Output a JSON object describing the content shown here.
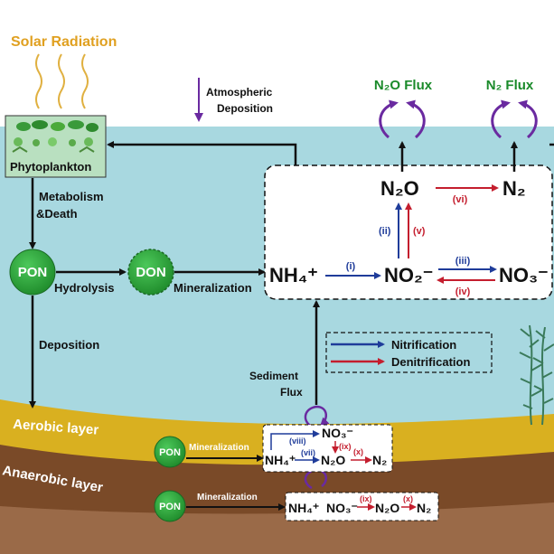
{
  "labels": {
    "solar_radiation": "Solar Radiation",
    "atmospheric_deposition_1": "Atmospheric",
    "atmospheric_deposition_2": "Deposition",
    "phytoplankton": "Phytoplankton",
    "metabolism_1": "Metabolism",
    "metabolism_2": "&Death",
    "pon": "PON",
    "don": "DON",
    "hydrolysis": "Hydrolysis",
    "mineralization": "Mineralization",
    "deposition": "Deposition",
    "sediment_flux_1": "Sediment",
    "sediment_flux_2": "Flux",
    "aerobic_layer": "Aerobic layer",
    "anaerobic_layer": "Anaerobic layer",
    "n2o_flux": "N₂O Flux",
    "n2_flux": "N₂ Flux"
  },
  "species": {
    "nh4": "NH₄⁺",
    "no2": "NO₂⁻",
    "no3": "NO₃⁻",
    "n2o": "N₂O",
    "n2": "N₂",
    "nh4_small": "NH₄⁺",
    "no3_small": "NO₃⁻"
  },
  "reactions": {
    "i": "(i)",
    "ii": "(ii)",
    "iii": "(iii)",
    "iv": "(iv)",
    "v": "(v)",
    "vi": "(vi)",
    "vii": "(vii)",
    "viii": "(viii)",
    "ix": "(ix)",
    "x": "(x)"
  },
  "legend": {
    "nitrification": "Nitrification",
    "denitrification": "Denitrification"
  },
  "colors": {
    "water": "#a8d8e0",
    "aerobic": "#d9b020",
    "anaerobic": "#7a4a28",
    "anaerobic_deep": "#9a6a48",
    "nitrification": "#1f3c9a",
    "denitrification": "#c41e2e",
    "flux_arrow": "#6a2aa0",
    "green_circle": "#2aa838",
    "solar": "#e0a020",
    "flux_label": "#1a8a2a"
  }
}
